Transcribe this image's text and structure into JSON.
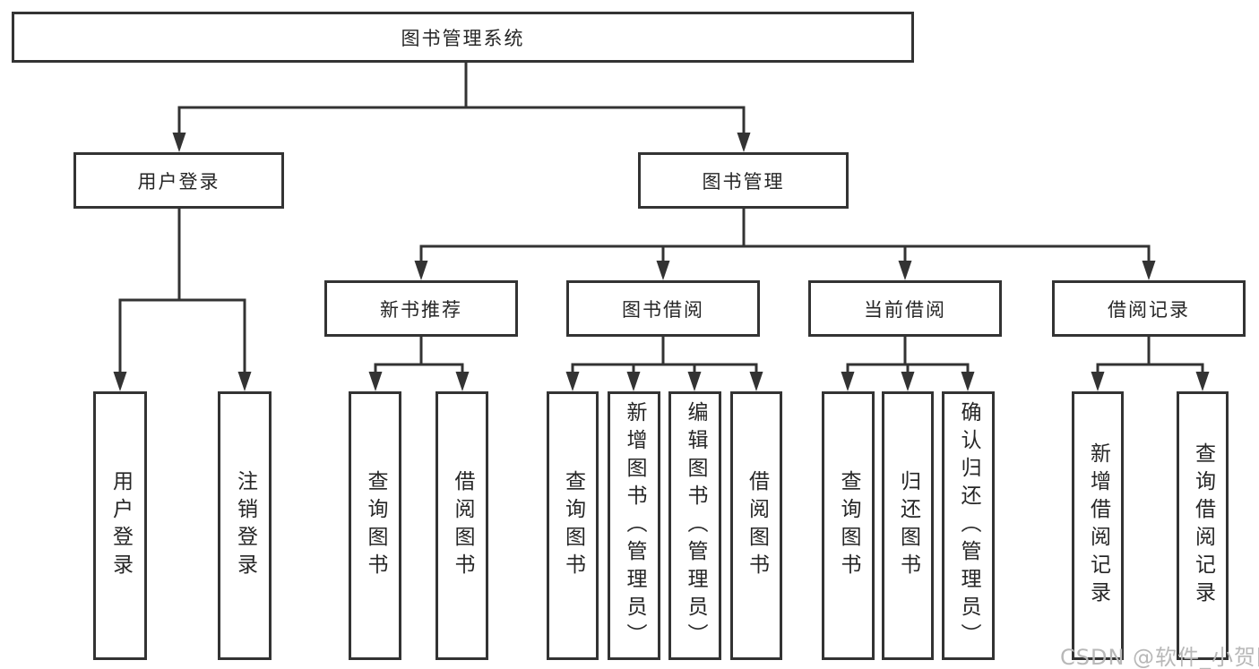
{
  "tree": {
    "root": {
      "label": "图书管理系统"
    },
    "children": [
      {
        "label": "用户登录",
        "children": [
          {
            "label": "用户登录"
          },
          {
            "label": "注销登录"
          }
        ]
      },
      {
        "label": "图书管理",
        "children": [
          {
            "label": "新书推荐",
            "children": [
              {
                "label": "查询图书"
              },
              {
                "label": "借阅图书"
              }
            ]
          },
          {
            "label": "图书借阅",
            "children": [
              {
                "label": "查询图书"
              },
              {
                "label": "新增图书（管理员）"
              },
              {
                "label": "编辑图书（管理员）"
              },
              {
                "label": "借阅图书"
              }
            ]
          },
          {
            "label": "当前借阅",
            "children": [
              {
                "label": "查询图书"
              },
              {
                "label": "归还图书"
              },
              {
                "label": "确认归还（管理员）"
              }
            ]
          },
          {
            "label": "借阅记录",
            "children": [
              {
                "label": "新增借阅记录"
              },
              {
                "label": "查询借阅记录"
              }
            ]
          }
        ]
      }
    ]
  },
  "watermark": "CSDN @软件_小贺同学",
  "colors": {
    "line": "#333333",
    "text": "#262626",
    "background": "#ffffff",
    "watermark": "#b8b8b8"
  }
}
